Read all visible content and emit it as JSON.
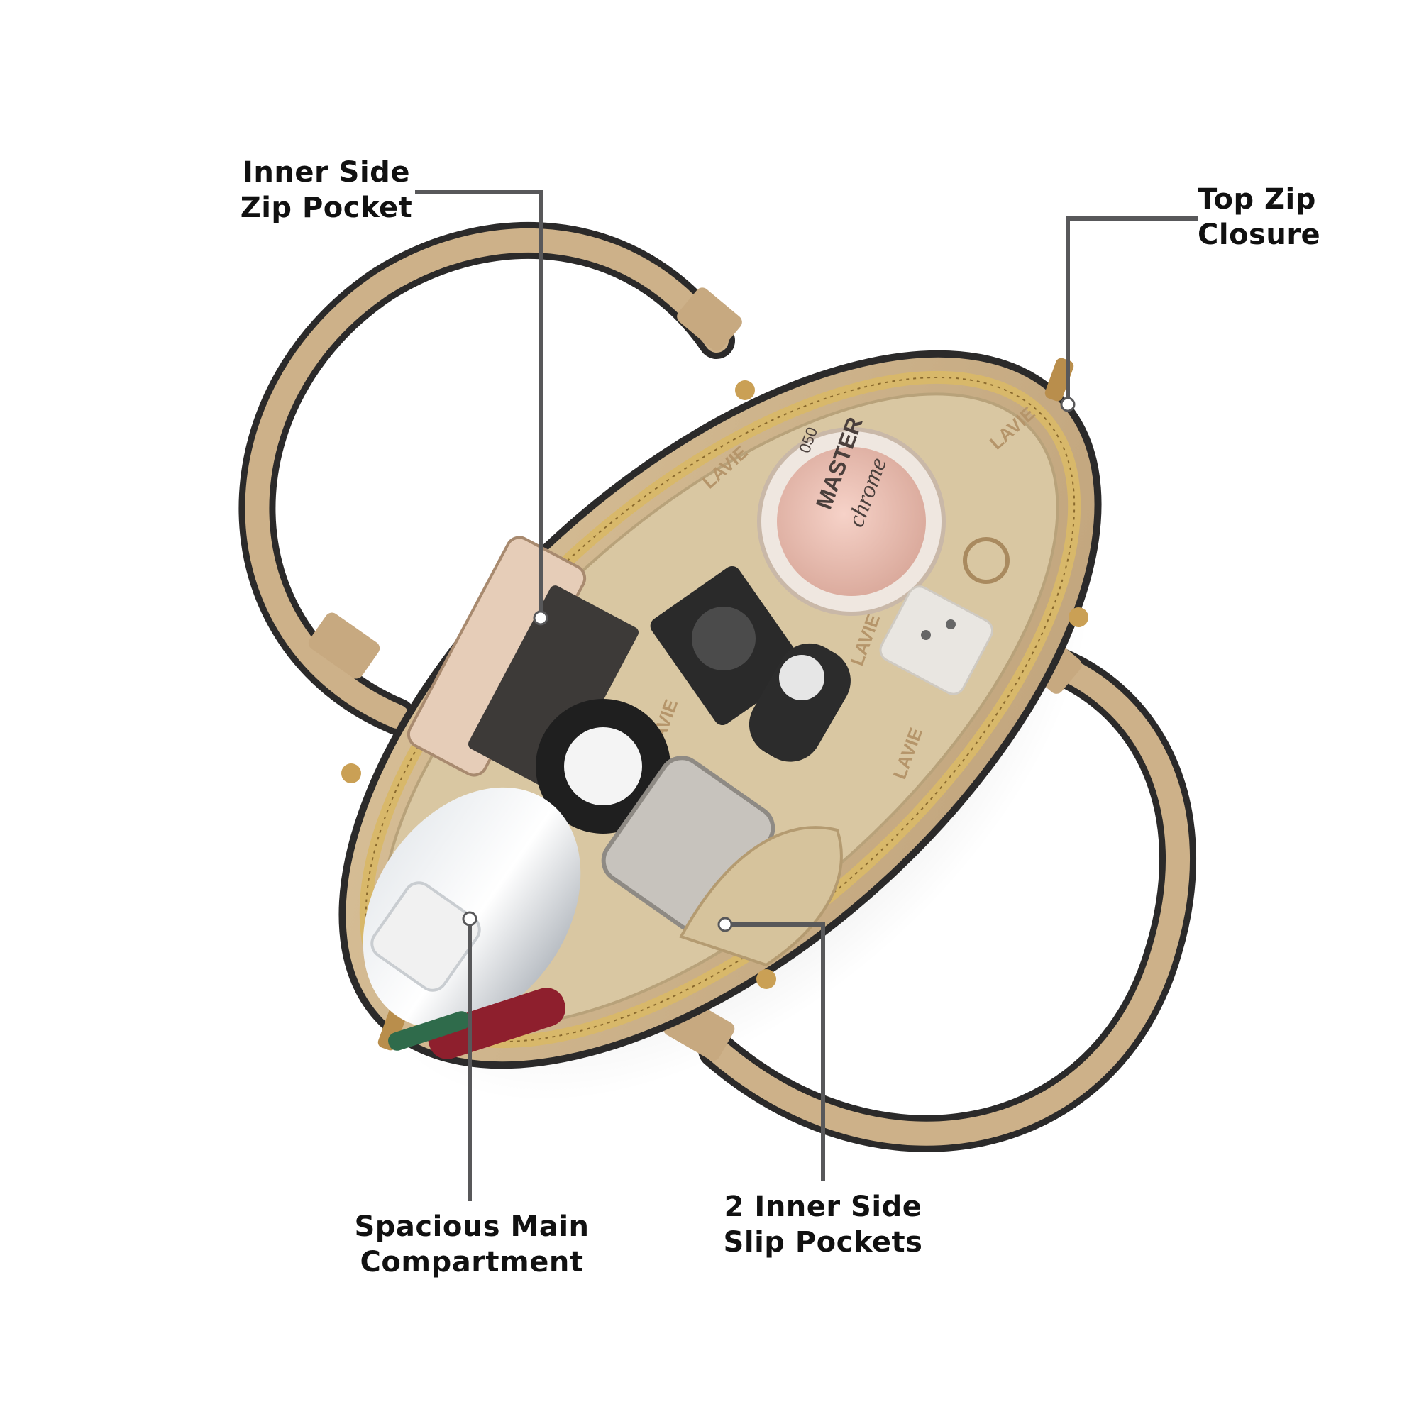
{
  "callouts": {
    "inner_side_zip_pocket": {
      "line1": "Inner Side",
      "line2": "Zip Pocket"
    },
    "top_zip_closure": {
      "line1": "Top Zip",
      "line2": "Closure"
    },
    "spacious_main_compartment": {
      "line1": "Spacious Main",
      "line2": "Compartment"
    },
    "inner_side_slip_pockets": {
      "line1": "2 Inner Side",
      "line2": "Slip Pockets"
    }
  },
  "brand_print": "LAVIE",
  "compact_text": {
    "line1": "MASTER",
    "line2": "chrome",
    "line3": "050"
  },
  "colors": {
    "leader_line": "#58585a",
    "bag_beige": "#cdb189",
    "lining": "#d9c7a2",
    "trim": "#2b2a2a",
    "zipper_gold": "#d8b86a",
    "hardware_gold": "#caa055"
  }
}
